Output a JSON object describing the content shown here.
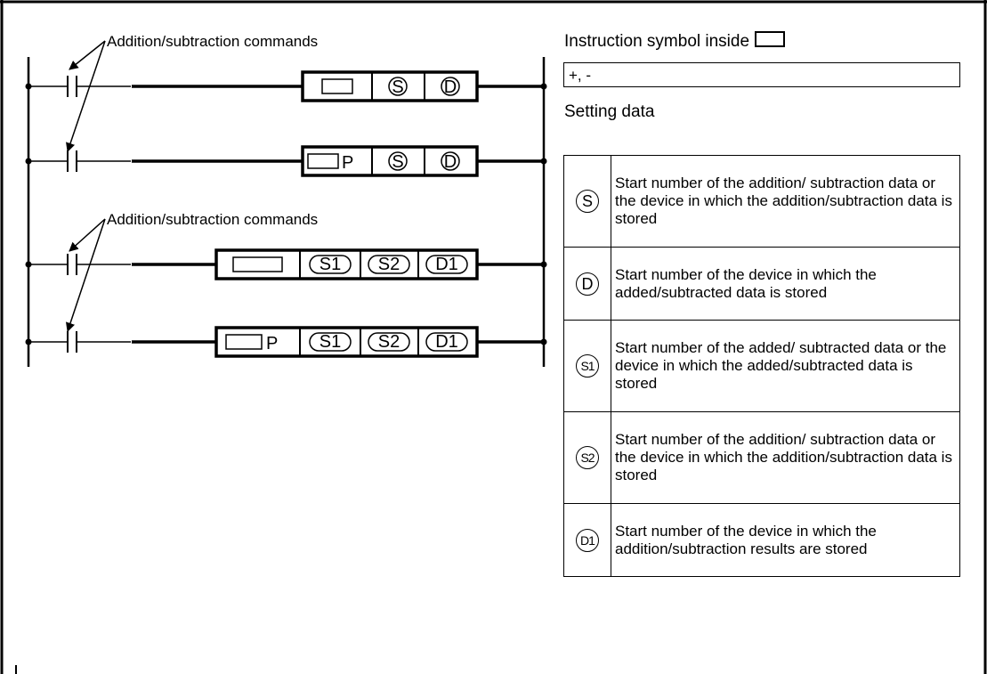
{
  "ladder": {
    "command_label_1": "Addition/subtraction commands",
    "command_label_2": "Addition/subtraction commands",
    "rung1": {
      "p": "",
      "s": "S",
      "d": "D"
    },
    "rung2": {
      "p": "P",
      "s": "S",
      "d": "D"
    },
    "rung3": {
      "p": "",
      "s1": "S1",
      "s2": "S2",
      "d1": "D1"
    },
    "rung4": {
      "p": "P",
      "s1": "S1",
      "s2": "S2",
      "d1": "D1"
    }
  },
  "instruction": {
    "heading": "Instruction symbol inside",
    "value": "+, -"
  },
  "setting": {
    "heading": "Setting data",
    "rows": [
      {
        "symbol": "S",
        "description": "Start number of the addition/ subtraction data or the device in which the addition/subtraction data is stored"
      },
      {
        "symbol": "D",
        "description": "Start number of the device in which the added/subtracted data is stored"
      },
      {
        "symbol": "S1",
        "description": "Start number of the added/ subtracted data or the device in which the added/subtracted data is stored"
      },
      {
        "symbol": "S2",
        "description": "Start number of the addition/ subtraction data or the device in which the addition/subtraction data is stored"
      },
      {
        "symbol": "D1",
        "description": "Start number of the device in which the addition/subtraction results are stored"
      }
    ]
  }
}
